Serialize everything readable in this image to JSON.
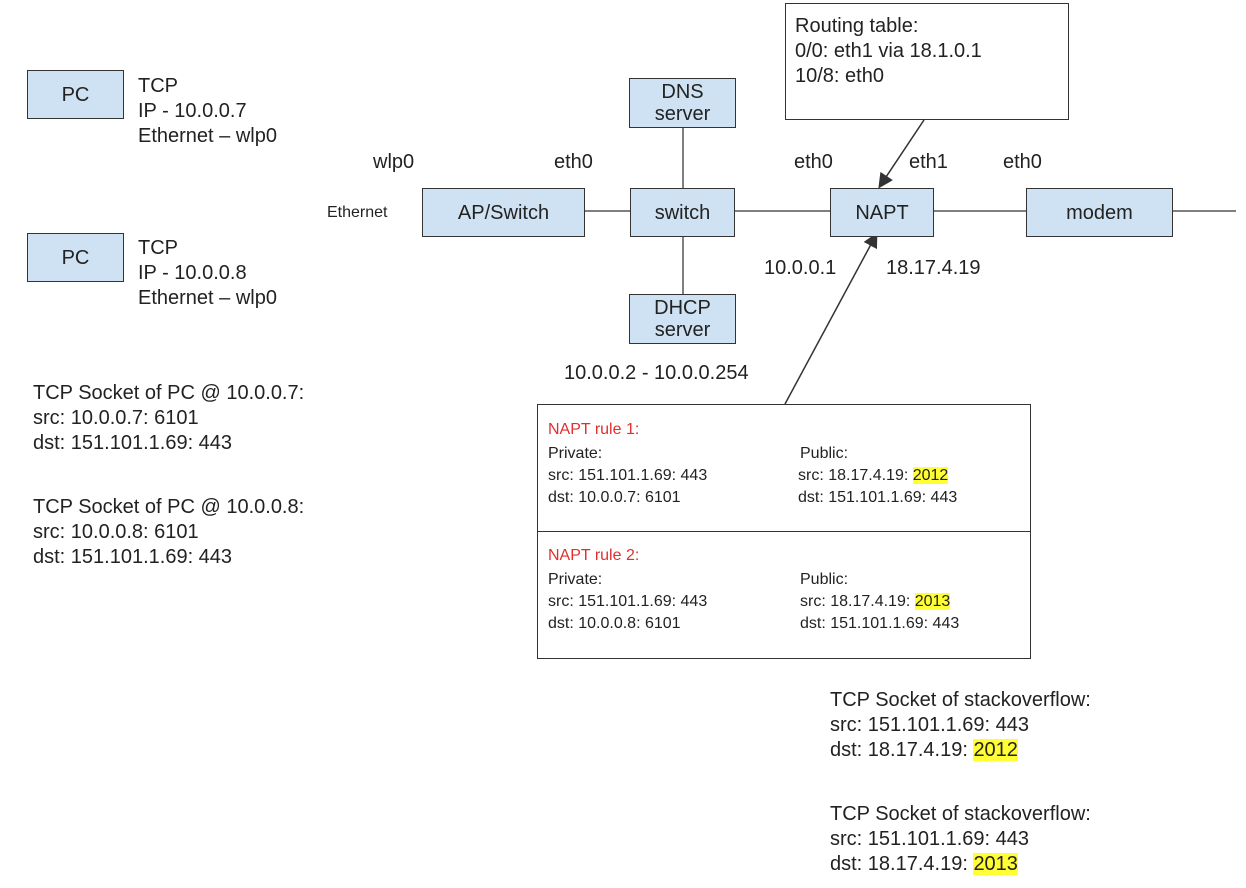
{
  "pcs": [
    {
      "label": "PC",
      "protocol": "TCP",
      "ip": "IP - 10.0.0.7",
      "iface": "Ethernet – wlp0"
    },
    {
      "label": "PC",
      "protocol": "TCP",
      "ip": "IP - 10.0.0.8",
      "iface": "Ethernet – wlp0"
    }
  ],
  "nodes": {
    "ap_switch": "AP/Switch",
    "switch": "switch",
    "napt": "NAPT",
    "modem": "modem",
    "dns_line1": "DNS",
    "dns_line2": "server",
    "dhcp_line1": "DHCP",
    "dhcp_line2": "server"
  },
  "labels": {
    "ethernet": "Ethernet",
    "wlp0": "wlp0",
    "switch_eth0": "eth0",
    "napt_eth0": "eth0",
    "napt_eth1": "eth1",
    "modem_eth0": "eth0",
    "napt_private_ip": "10.0.0.1",
    "napt_public_ip": "18.17.4.19",
    "dhcp_range": "10.0.0.2 - 10.0.0.254"
  },
  "routing_table": {
    "title": "Routing table:",
    "routes": [
      "0/0: eth1 via 18.1.0.1",
      "10/8: eth0"
    ]
  },
  "pc_sockets": [
    {
      "title": "TCP Socket of PC @ 10.0.0.7:",
      "src": "src: 10.0.0.7: 6101",
      "dst": "dst: 151.101.1.69: 443"
    },
    {
      "title": "TCP Socket of PC @ 10.0.0.8:",
      "src": "src: 10.0.0.8: 6101",
      "dst": "dst: 151.101.1.69: 443"
    }
  ],
  "napt_rules": [
    {
      "title": "NAPT rule 1:",
      "private_label": "Private:",
      "private_src": "src: 151.101.1.69: 443",
      "private_dst": "dst: 10.0.0.7: 6101",
      "public_label": "Public:",
      "public_src_prefix": "src: 18.17.4.19: ",
      "public_src_port": "2012",
      "public_dst": "dst: 151.101.1.69: 443"
    },
    {
      "title": "NAPT rule 2:",
      "private_label": "Private:",
      "private_src": "src: 151.101.1.69: 443",
      "private_dst": "dst: 10.0.0.8: 6101",
      "public_label": "Public:",
      "public_src_prefix": "src: 18.17.4.19: ",
      "public_src_port": "2013",
      "public_dst": "dst: 151.101.1.69: 443"
    }
  ],
  "server_sockets": [
    {
      "title": "TCP Socket of stackoverflow:",
      "src": "src: 151.101.1.69: 443",
      "dst_prefix": "dst: 18.17.4.19: ",
      "dst_port": "2012"
    },
    {
      "title": "TCP Socket of stackoverflow:",
      "src": "src: 151.101.1.69: 443",
      "dst_prefix": "dst: 18.17.4.19: ",
      "dst_port": "2013"
    }
  ],
  "colors": {
    "node_fill": "#cfe2f3",
    "rule_title": "#e0302e",
    "highlight": "#ffff33"
  }
}
